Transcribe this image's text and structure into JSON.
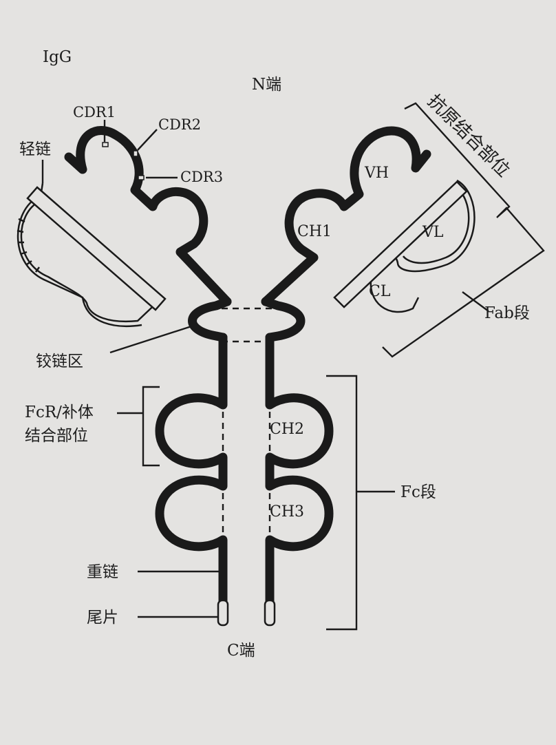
{
  "diagram": {
    "molecule": "IgG",
    "n_terminus": "N端",
    "c_terminus": "C端",
    "light_chain": "轻链",
    "heavy_chain": "重链",
    "tail_piece": "尾片",
    "hinge_region": "铰链区",
    "cdr1": "CDR1",
    "cdr2": "CDR2",
    "cdr3": "CDR3",
    "antigen_binding_site": "抗原结合部位",
    "fab_fragment": "Fab段",
    "fc_fragment": "Fc段",
    "fcr_site_line1": "FcR/补体",
    "fcr_site_line2": "结合部位",
    "domains": {
      "vh": "VH",
      "ch1": "CH1",
      "vl": "VL",
      "cl": "CL",
      "ch2": "CH2",
      "ch3": "CH3"
    }
  }
}
